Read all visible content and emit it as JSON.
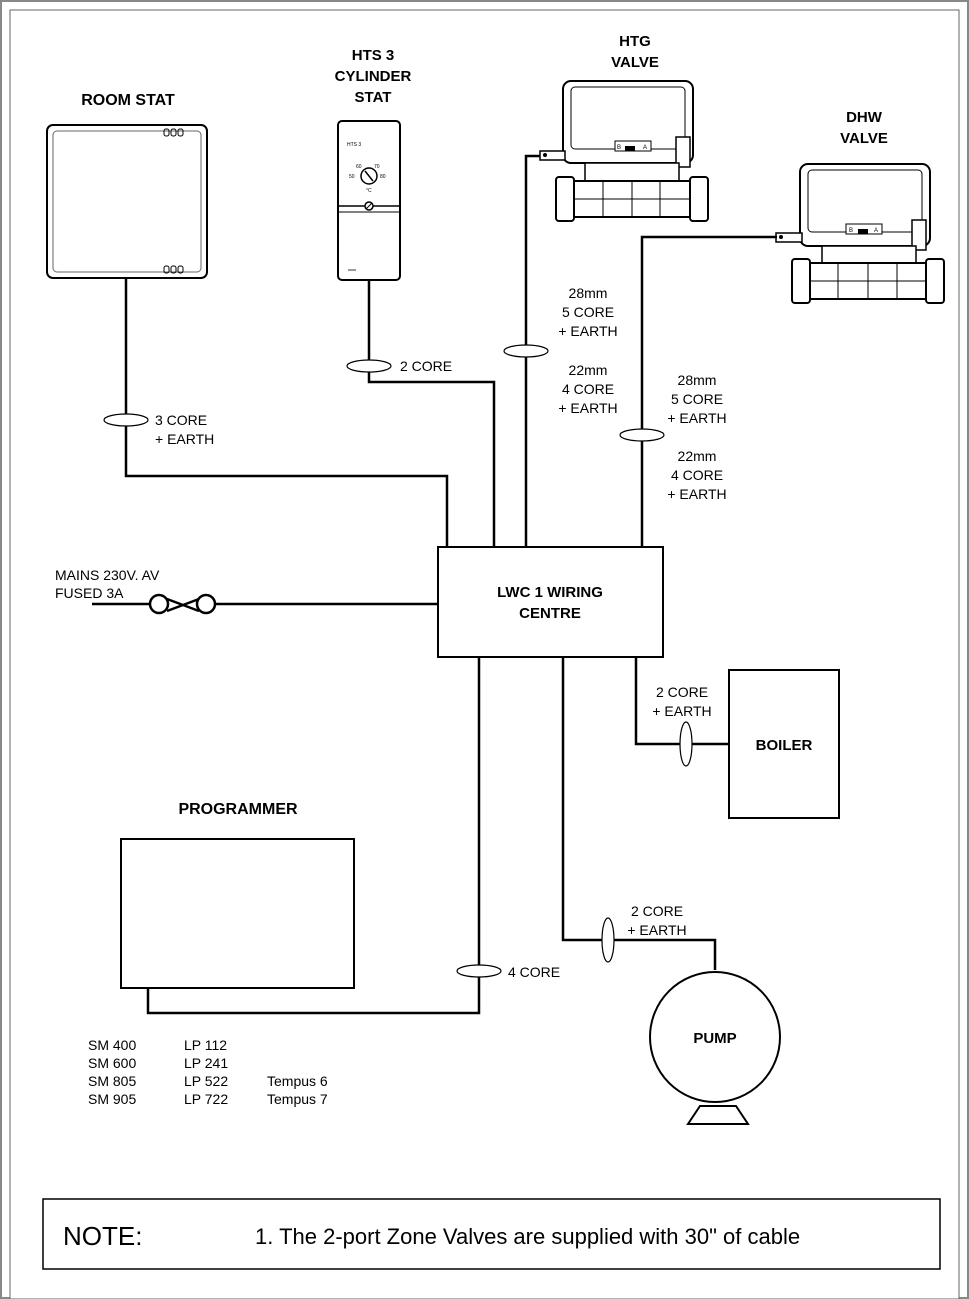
{
  "labels": {
    "room_stat": "ROOM  STAT",
    "hts_line1": "HTS 3",
    "hts_line2": "CYLINDER",
    "hts_line3": "STAT",
    "hts_face_label": "HTS 3",
    "dial_50": "50",
    "dial_60": "60",
    "dial_70": "70",
    "dial_80": "80",
    "dial_unit": "°C",
    "htg_line1": "HTG",
    "htg_line2": "VALVE",
    "dhw_line1": "DHW",
    "dhw_line2": "VALVE",
    "valve_b": "B",
    "valve_a": "A",
    "wiring_centre_line1": "LWC 1 WIRING",
    "wiring_centre_line2": "CENTRE",
    "boiler": "BOILER",
    "pump": "PUMP",
    "programmer": "PROGRAMMER",
    "mains_line1": "MAINS 230V. AV",
    "mains_line2": "FUSED 3A"
  },
  "cables": {
    "room_stat_line1": "3 CORE",
    "room_stat_line2": "+ EARTH",
    "cylinder_stat": "2 CORE",
    "htg_28_line1": "28mm",
    "htg_28_line2": "5 CORE",
    "htg_28_line3": "+ EARTH",
    "htg_22_line1": "22mm",
    "htg_22_line2": "4 CORE",
    "htg_22_line3": "+ EARTH",
    "dhw_28_line1": "28mm",
    "dhw_28_line2": "5 CORE",
    "dhw_28_line3": "+ EARTH",
    "dhw_22_line1": "22mm",
    "dhw_22_line2": "4 CORE",
    "dhw_22_line3": "+ EARTH",
    "boiler_line1": "2 CORE",
    "boiler_line2": "+ EARTH",
    "pump_line1": "2 CORE",
    "pump_line2": "+ EARTH",
    "programmer": "4 CORE"
  },
  "models": {
    "col1": [
      "SM 400",
      "SM 600",
      "SM 805",
      "SM 905"
    ],
    "col2": [
      "LP 112",
      "LP 241",
      "LP 522",
      "LP 722"
    ],
    "col3": [
      "Tempus 6",
      "Tempus 7"
    ]
  },
  "note": {
    "label": "NOTE:",
    "text": "1. The 2-port Zone Valves are supplied with 30\" of cable"
  }
}
